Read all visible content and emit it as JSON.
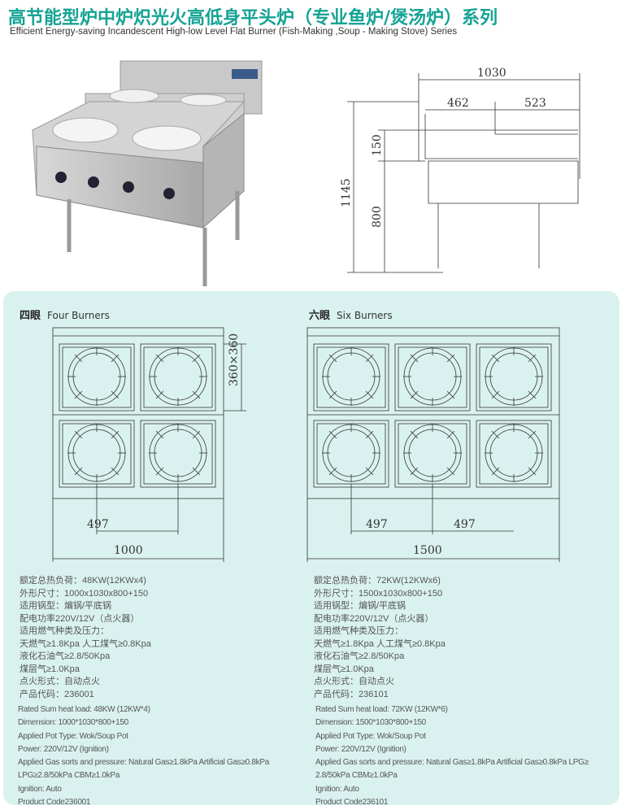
{
  "title": "高节能型炉中炉炽光火高低身平头炉（专业鱼炉/煲汤炉）系列",
  "subtitle": "Efficient Energy-saving Incandescent High-low Level Flat Burner (Fish-Making ,Soup  - Making Stove) Series",
  "side_view": {
    "total_width": "1030",
    "front_depth": "462",
    "back_depth": "523",
    "raised_height": "150",
    "work_height": "800",
    "total_height": "1145"
  },
  "four": {
    "title_cn": "四眼",
    "title_en": "Four Burners",
    "spacing": "497",
    "width": "1000",
    "cell": "360×360",
    "specs_cn": [
      "额定总热负荷：48KW(12KWx4)",
      "外形尺寸：1000x1030x800+150",
      "适用锅型：煸锅/平底锅",
      "配电功率220V/12V（点火器）",
      "适用燃气种类及压力：",
      "天燃气≥1.8Kpa  人工煤气≥0.8Kpa",
      "液化石油气≥2.8/50Kpa",
      "煤层气≥1.0Kpa",
      "点火形式：自动点火",
      "产品代码：236001"
    ],
    "specs_en": [
      "Rated Sum heat load: 48KW (12KW*4)",
      "Dimension: 1000*1030*800+150",
      "Applied Pot Type: Wok/Soup Pot",
      "Power: 220V/12V (Ignition)",
      "Applied Gas sorts and pressure: Natural Gas≥1.8kPa  Artificial Gas≥0.8kPa",
      "LPG≥2.8/50kPa  CBM≥1.0kPa",
      "Ignition: Auto",
      "Product Code236001"
    ]
  },
  "six": {
    "title_cn": "六眼",
    "title_en": "Six Burners",
    "spacing1": "497",
    "spacing2": "497",
    "width": "1500",
    "specs_cn": [
      "额定总热负荷：72KW(12KWx6)",
      "外形尺寸：1500x1030x800+150",
      "适用锅型：煸锅/平底锅",
      "配电功率220V/12V（点火器）",
      "适用燃气种类及压力：",
      "天燃气≥1.8Kpa  人工煤气≥0.8Kpa",
      "液化石油气≥2.8/50Kpa",
      "煤层气≥1.0Kpa",
      "点火形式：自动点火",
      "产品代码：236101"
    ],
    "specs_en": [
      "Rated Sum heat load: 72KW (12KW*6)",
      "Dimension: 1500*1030*800+150",
      "Applied Pot Type: Wok/Soup Pot",
      "Power: 220V/12V (Ignition)",
      "Applied Gas sorts and pressure: Natural Gas≥1.8kPa  Artificial Gas≥0.8kPa  LPG≥",
      "2.8/50kPa  CBM≥1.0kPa",
      "Ignition: Auto",
      "Product Code236101"
    ]
  }
}
